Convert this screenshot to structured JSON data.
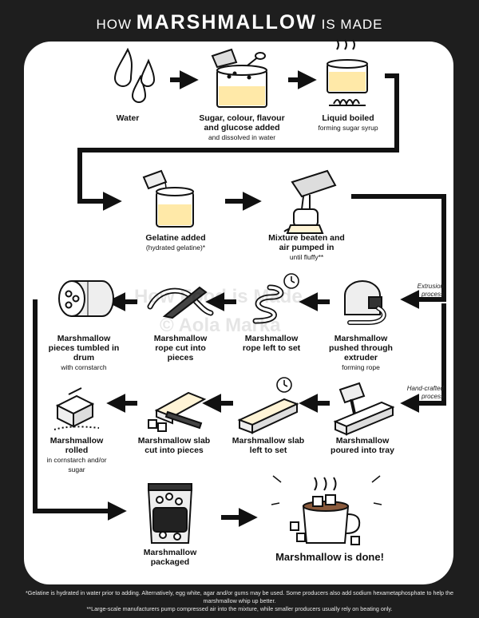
{
  "title": {
    "prefix": "HOW",
    "main": "MARSHMALLOW",
    "suffix": "IS MADE"
  },
  "steps": {
    "water": {
      "main": "Water"
    },
    "sugar": {
      "main": "Sugar, colour, flavour and glucose added",
      "sub": "and dissolved in water"
    },
    "boil": {
      "main": "Liquid boiled",
      "sub": "forming sugar syrup"
    },
    "gelatine": {
      "main": "Gelatine added",
      "sub": "(hydrated gelatine)*"
    },
    "beaten": {
      "main": "Mixture beaten and air pumped in",
      "sub": "until fluffy**"
    },
    "extruder": {
      "main": "Marshmallow pushed through extruder",
      "sub": "forming rope"
    },
    "rope_set": {
      "main": "Marshmallow rope left to set"
    },
    "rope_cut": {
      "main": "Marshmallow rope cut into pieces"
    },
    "drum": {
      "main": "Marshmallow pieces tumbled in drum",
      "sub": "with cornstarch"
    },
    "tray": {
      "main": "Marshmallow poured into tray"
    },
    "slab_set": {
      "main": "Marshmallow slab left to set"
    },
    "slab_cut": {
      "main": "Marshmallow slab cut into pieces"
    },
    "rolled": {
      "main": "Marshmallow rolled",
      "sub": "in cornstarch and/or sugar"
    },
    "packaged": {
      "main": "Marshmallow packaged"
    }
  },
  "side_labels": {
    "extrusion": "Extrusion process",
    "handcrafted": "Hand-crafted process"
  },
  "done": "Marshmallow is done!",
  "watermark": {
    "line1": "How Food is Made",
    "line2": "© Aola Marka"
  },
  "footnotes": {
    "one": "*Gelatine is hydrated in water prior to adding. Alternatively, egg white, agar and/or gums may be used. Some producers also add sodium hexametaphosphate to help the marshmallow whip up better.",
    "two": "**Large-scale manufacturers pump compressed air into the mixture, while smaller producers usually rely on beating only."
  },
  "colors": {
    "background": "#1e1e1e",
    "panel": "#ffffff",
    "ink": "#111111",
    "syrup": "#ffe9a8"
  }
}
